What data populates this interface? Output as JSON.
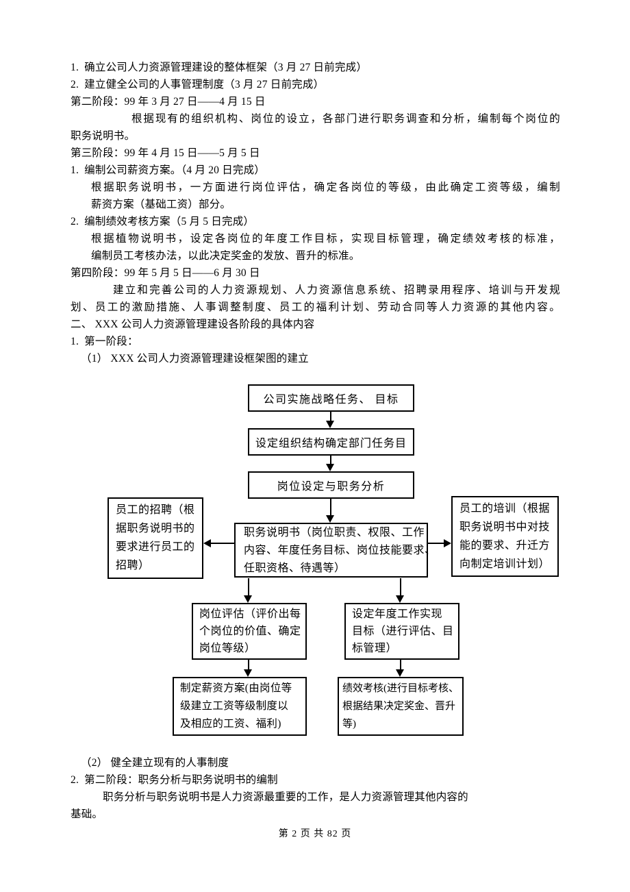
{
  "document": {
    "lines": [
      "1.  确立公司人力资源管理建设的整体框架（3 月 27 日前完成）",
      "2.  建立健全公司的人事管理制度（3 月 27 日前完成）",
      "第二阶段：99 年 3 月 27 日——4 月 15 日",
      "根据现有的组织机构、岗位的设立，各部门进行职务调查和分析，编制每个岗位的",
      "职务说明书。",
      "第三阶段：99 年 4 月 15 日——5 月 5 日",
      "1.  编制公司薪资方案。（4 月 20 日完成）",
      "根据职务说明书，一方面进行岗位评估，确定各岗位的等级，由此确定工资等级，编制",
      "薪资方案（基础工资）部分。",
      "2.  编制绩效考核方案（5 月 5 日完成）",
      "根据植物说明书，设定各岗位的年度工作目标，实现目标管理，确定绩效考核的标准，",
      "编制员工考核办法，以此决定奖金的发放、晋升的标准。",
      "第四阶段：99 年 5 月 5 日——6 月 30 日",
      "建立和完善公司的人力资源规划、人力资源信息系统、招聘录用程序、培训与开发规",
      "划、员工的激励措施、人事调整制度、员工的福利计划、劳动合同等人力资源的其他内容。",
      "二、 XXX 公司人力资源管理建设各阶段的具体内容",
      "1.  第一阶段：",
      "（1） XXX 公司人力资源管理建设框架图的建立"
    ],
    "bottom_lines": [
      "（2） 健全建立现有的人事制度",
      "2.  第二阶段：职务分析与职务说明书的编制",
      "职务分析与职务说明书是人力资源最重要的工作，是人力资源管理其他内容的",
      "基础。"
    ],
    "footer": "第 2 页 共 82 页"
  },
  "flowchart": {
    "boxes": {
      "strategy": "公司实施战略任务、 目标",
      "org_structure": "设定组织结构确定部门任务目",
      "job_analysis": "岗位设定与职务分析",
      "job_description": "职务说明书（岗位职责、权限、工作\n内容、年度任务目标、岗位技能要求、\n任职资格、待遇等）",
      "recruitment": "员工的招聘（根\n据职务说明书的\n要求进行员工的\n招聘）",
      "training": "员工的培训（根据\n职务说明书中对技\n能的要求、升迁方\n向制定培训计划）",
      "evaluation": "岗位评估（评价出每\n个岗位的价值、确定\n岗位等级）",
      "annual_target": "设定年度工作实现\n目标（进行评估、目\n标管理）",
      "salary_plan": "制定薪资方案(由岗位等\n级建立工资等级制度以\n及相应的工资、福利)",
      "performance": "绩效考核(进行目标考核、\n根据结果决定奖金、晋升\n等)"
    }
  }
}
